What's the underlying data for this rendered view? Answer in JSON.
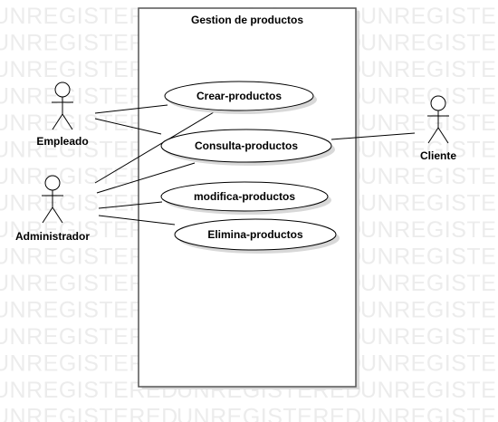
{
  "watermark": "UNREGISTERED",
  "system": {
    "title": "Gestion de productos"
  },
  "actors": {
    "empleado": "Empleado",
    "administrador": "Administrador",
    "cliente": "Cliente"
  },
  "use_cases": {
    "crear": "Crear-productos",
    "consulta": "Consulta-productos",
    "modifica": "modifica-productos",
    "elimina": "Elimina-productos"
  },
  "colors": {
    "line": "#000000",
    "watermark": "#ececec",
    "system_border": "#555555"
  }
}
